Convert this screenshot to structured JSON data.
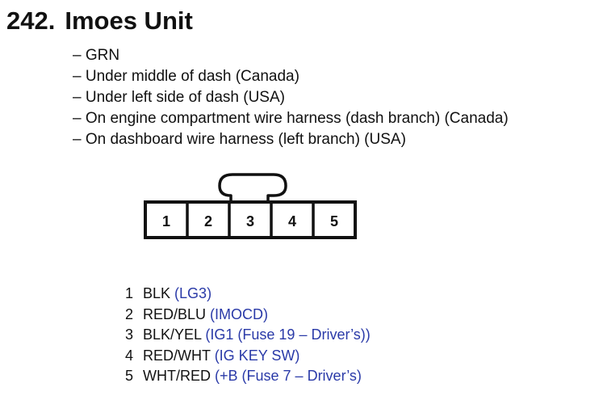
{
  "title": {
    "number": "242.",
    "name": "Imoes Unit"
  },
  "notes": [
    "– GRN",
    "– Under middle of dash (Canada)",
    "– Under left side of dash (USA)",
    "– On engine compartment wire harness (dash branch) (Canada)",
    "– On dashboard wire harness (left branch) (USA)"
  ],
  "connector": {
    "pins": [
      "1",
      "2",
      "3",
      "4",
      "5"
    ],
    "line_color": "#111111"
  },
  "pinout": [
    {
      "pin": "1",
      "wire": "BLK",
      "circuit": "(LG3)"
    },
    {
      "pin": "2",
      "wire": "RED/BLU",
      "circuit": "(IMOCD)"
    },
    {
      "pin": "3",
      "wire": "BLK/YEL",
      "circuit": "(IG1 (Fuse 19 – Driver’s))"
    },
    {
      "pin": "4",
      "wire": "RED/WHT",
      "circuit": "(IG KEY SW)"
    },
    {
      "pin": "5",
      "wire": "WHT/RED",
      "circuit": "(+B (Fuse 7 – Driver’s)"
    }
  ],
  "colors": {
    "text": "#111111",
    "circuit": "#2a3aa8"
  }
}
